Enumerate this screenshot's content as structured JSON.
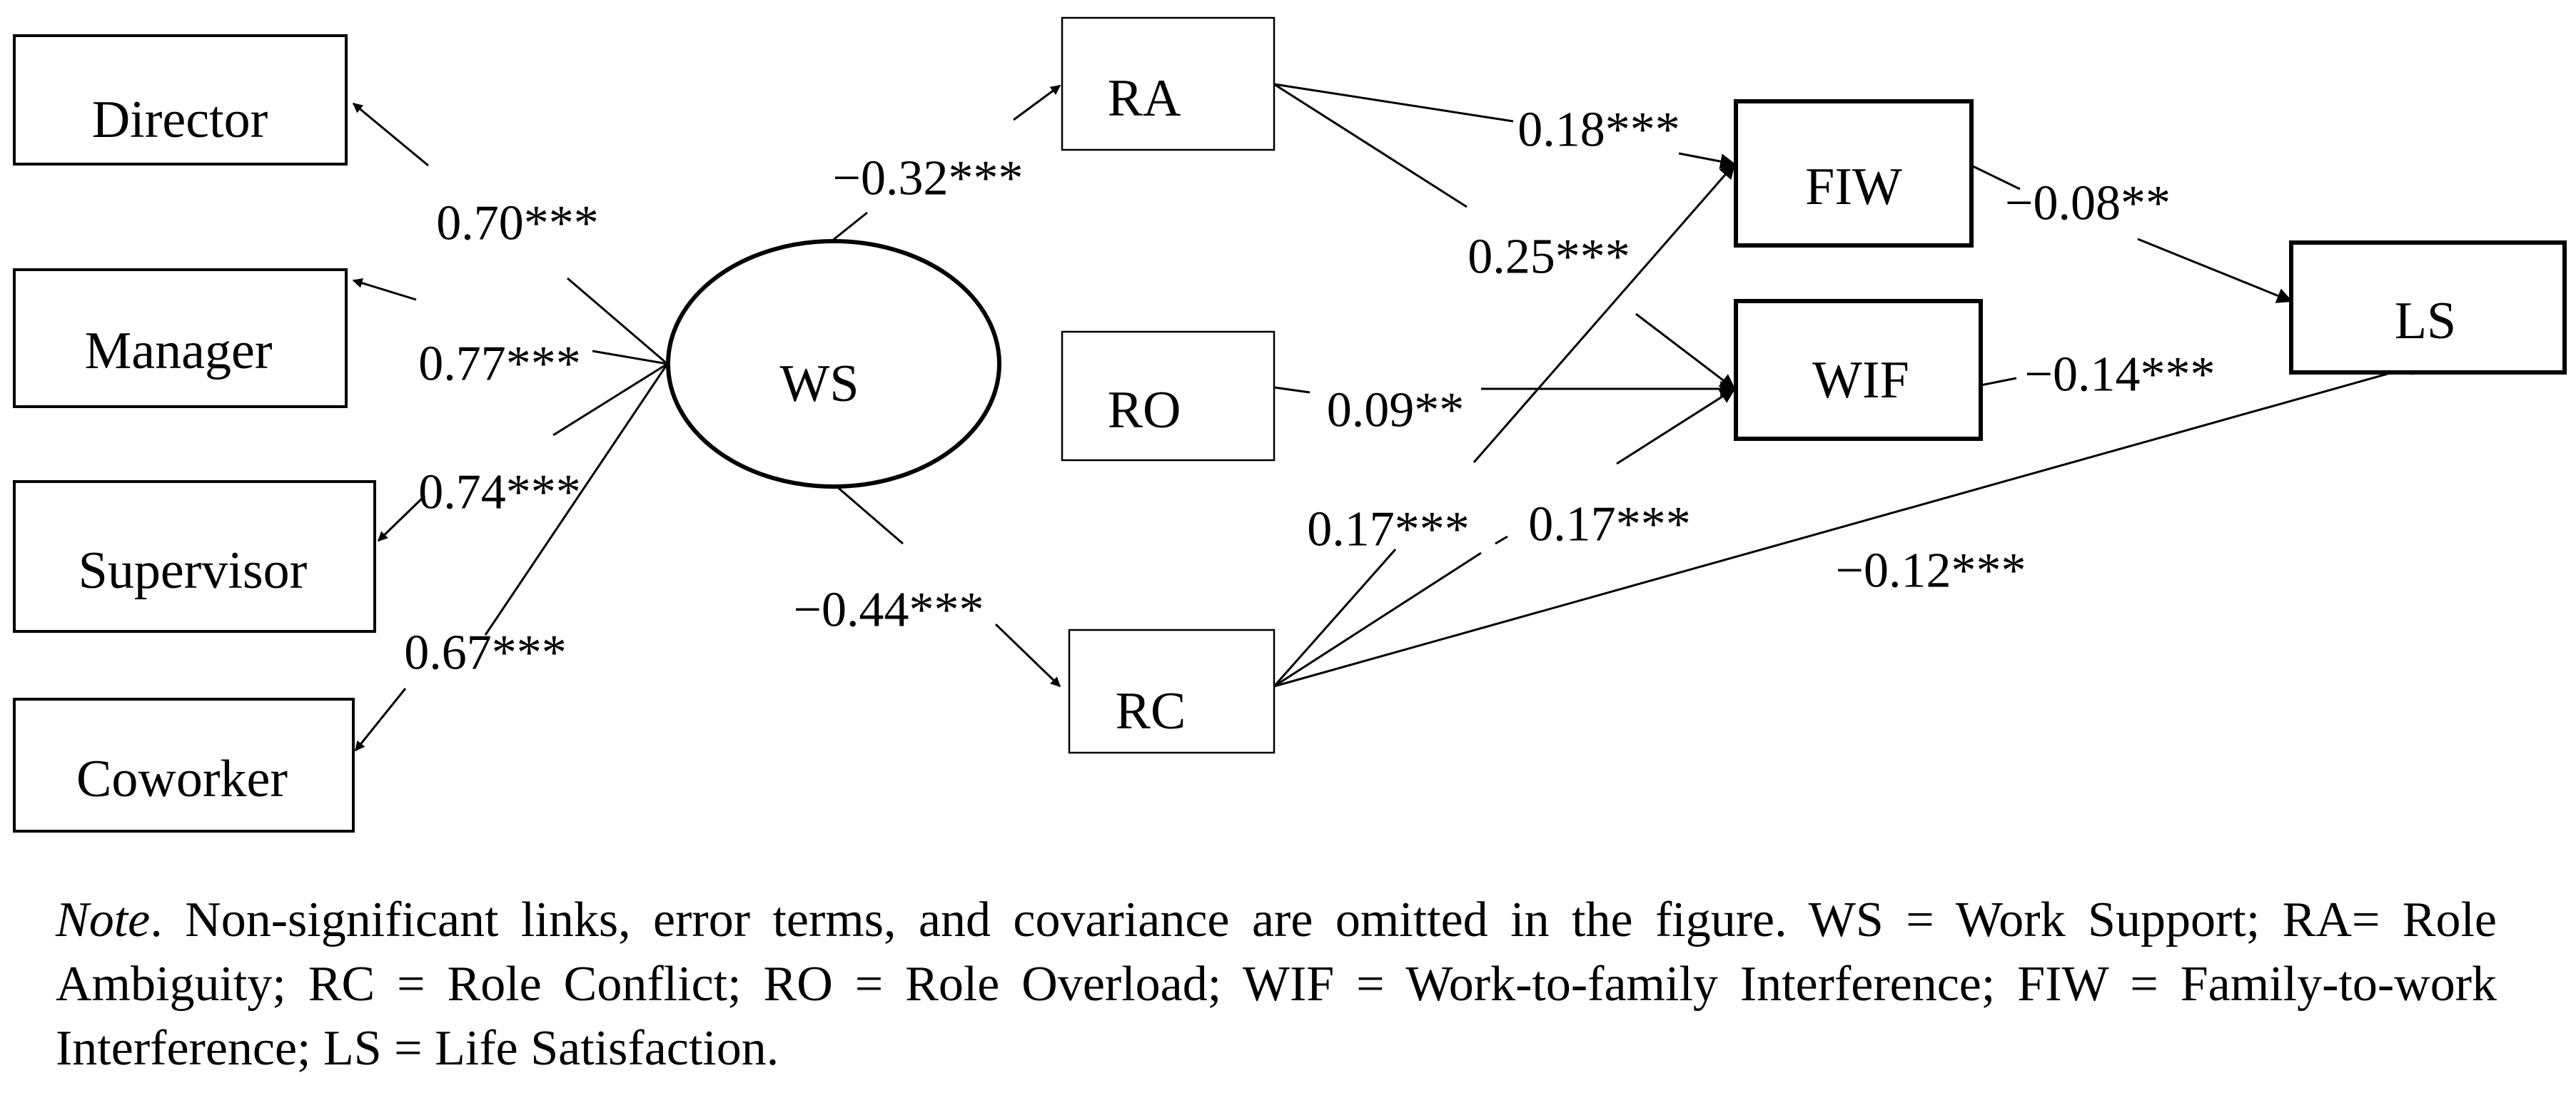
{
  "nodes": {
    "director": "Director",
    "manager": "Manager",
    "supervisor": "Supervisor",
    "coworker": "Coworker",
    "ws": "WS",
    "ra": "RA",
    "ro": "RO",
    "rc": "RC",
    "fiw": "FIW",
    "wif": "WIF",
    "ls": "LS"
  },
  "coefficients": {
    "ws_director": "0.70***",
    "ws_manager": "0.77***",
    "ws_supervisor": "0.74***",
    "ws_coworker": "0.67***",
    "ws_ra": "−0.32***",
    "ws_rc": "−0.44***",
    "ra_fiw": "0.18***",
    "ra_wif": "0.25***",
    "ro_wif": "0.09**",
    "rc_fiw": "0.17***",
    "rc_wif": "0.17***",
    "rc_ls": "−0.12***",
    "fiw_ls": "−0.08**",
    "wif_ls": "−0.14***"
  },
  "note": {
    "lead": "Note",
    "text": ". Non-significant links, error terms, and covariance are omitted in the figure. WS = Work Support; RA= Role Ambiguity; RC = Role Conflict; RO = Role Overload; WIF = Work-to-family Interference; FIW = Family-to-work Interference; LS = Life Satisfaction."
  }
}
